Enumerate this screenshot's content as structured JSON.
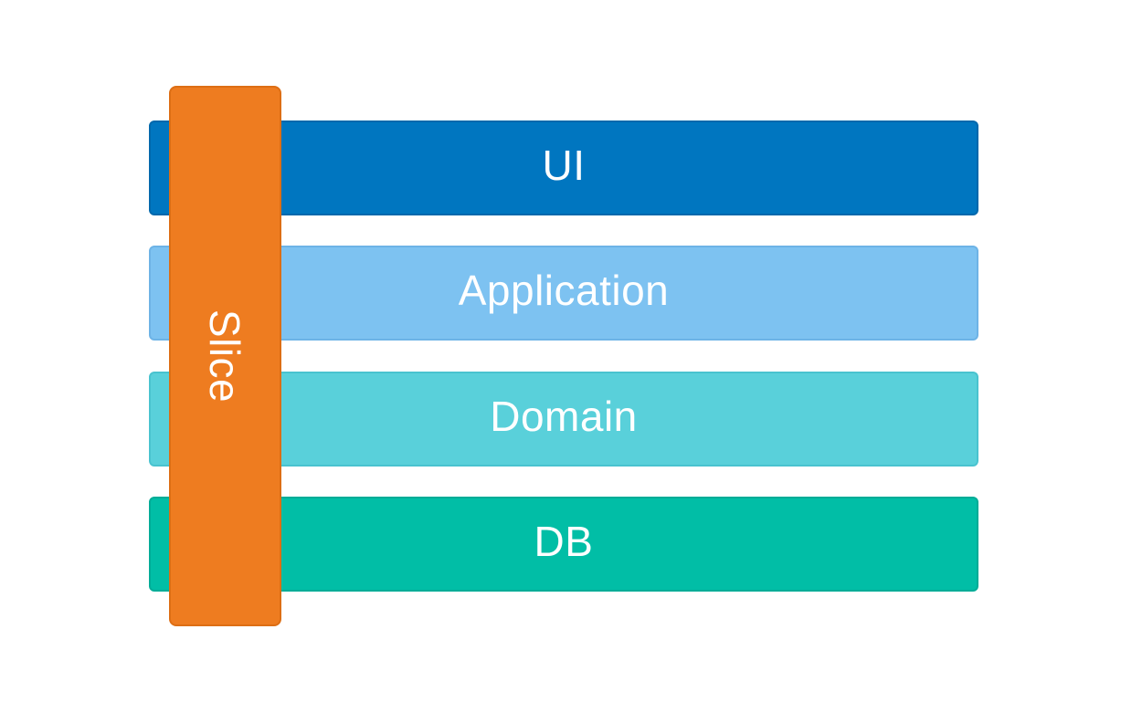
{
  "diagram": {
    "type": "layered-architecture",
    "background_color": "#FFFFFF",
    "text_color": "#FFFFFF",
    "layers": [
      {
        "label": "UI",
        "color": "#0076C0",
        "border_color": "#0068AC"
      },
      {
        "label": "Application",
        "color": "#7DC2F1",
        "border_color": "#6DB3E6"
      },
      {
        "label": "Domain",
        "color": "#59D0DA",
        "border_color": "#49C3CF"
      },
      {
        "label": "DB",
        "color": "#01BEA6",
        "border_color": "#00AC97"
      }
    ],
    "slice": {
      "label": "Slice",
      "color": "#EE7C20",
      "border_color": "#DD6E14"
    }
  }
}
